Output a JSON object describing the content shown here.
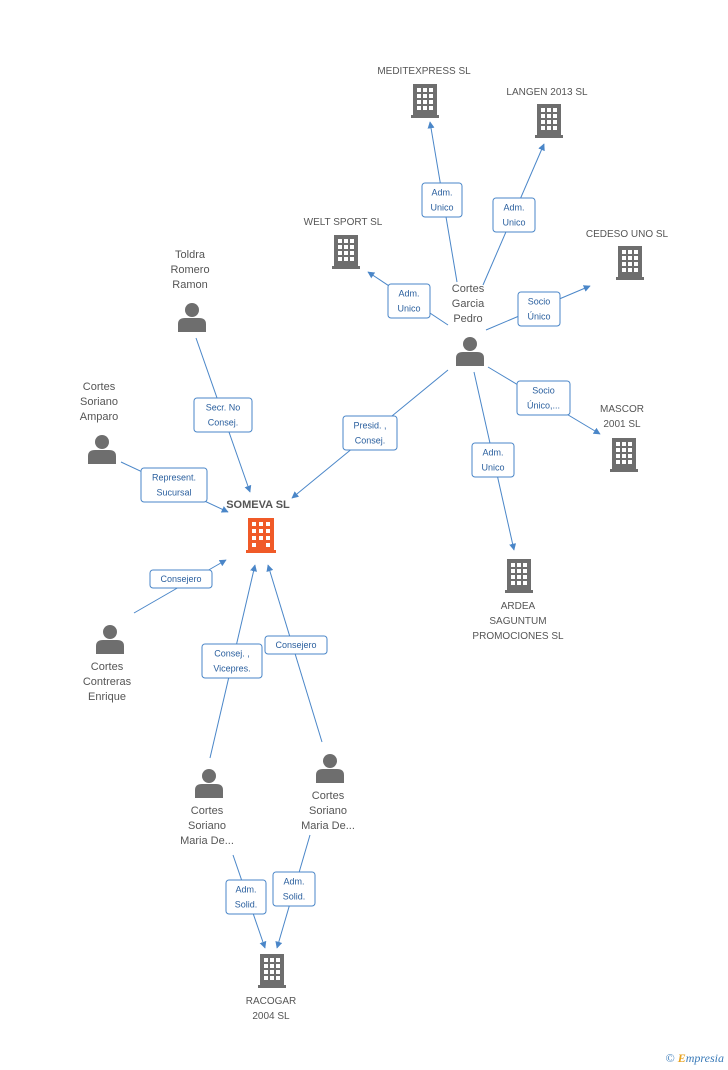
{
  "center": {
    "name": "SOMEVA SL"
  },
  "companies": [
    {
      "id": "meditexpress",
      "lines": [
        "MEDITEXPRESS SL"
      ]
    },
    {
      "id": "langen",
      "lines": [
        "LANGEN 2013 SL"
      ]
    },
    {
      "id": "welt",
      "lines": [
        "WELT SPORT  SL"
      ]
    },
    {
      "id": "cedeso",
      "lines": [
        "CEDESO UNO SL"
      ]
    },
    {
      "id": "mascor",
      "lines": [
        "MASCOR",
        "2001 SL"
      ]
    },
    {
      "id": "ardea",
      "lines": [
        "ARDEA",
        "SAGUNTUM",
        "PROMOCIONES SL"
      ]
    },
    {
      "id": "racogar",
      "lines": [
        "RACOGAR",
        "2004 SL"
      ]
    }
  ],
  "persons": [
    {
      "id": "toldra",
      "lines": [
        "Toldra",
        "Romero",
        "Ramon"
      ]
    },
    {
      "id": "cortes_soriano_amparo",
      "lines": [
        "Cortes",
        "Soriano",
        "Amparo"
      ]
    },
    {
      "id": "cortes_garcia_pedro",
      "lines": [
        "Cortes",
        "Garcia",
        "Pedro"
      ]
    },
    {
      "id": "cortes_contreras",
      "lines": [
        "Cortes",
        "Contreras",
        "Enrique"
      ]
    },
    {
      "id": "cortes_soriano_maria_1",
      "lines": [
        "Cortes",
        "Soriano",
        "Maria De..."
      ]
    },
    {
      "id": "cortes_soriano_maria_2",
      "lines": [
        "Cortes",
        "Soriano",
        "Maria De..."
      ]
    }
  ],
  "edge_labels": [
    {
      "id": "e_meditexpress",
      "lines": [
        "Adm.",
        "Unico"
      ]
    },
    {
      "id": "e_langen",
      "lines": [
        "Adm.",
        "Unico"
      ]
    },
    {
      "id": "e_welt",
      "lines": [
        "Adm.",
        "Unico"
      ]
    },
    {
      "id": "e_cedeso",
      "lines": [
        "Socio",
        "Único"
      ]
    },
    {
      "id": "e_mascor",
      "lines": [
        "Socio",
        "Único,..."
      ]
    },
    {
      "id": "e_ardea",
      "lines": [
        "Adm.",
        "Unico"
      ]
    },
    {
      "id": "e_pedro_someva",
      "lines": [
        "Presid. ,",
        "Consej."
      ]
    },
    {
      "id": "e_toldra",
      "lines": [
        "Secr.  No",
        "Consej."
      ]
    },
    {
      "id": "e_amparo",
      "lines": [
        "Represent.",
        "Sucursal"
      ]
    },
    {
      "id": "e_contreras",
      "lines": [
        "Consejero"
      ]
    },
    {
      "id": "e_maria1",
      "lines": [
        "Consej. ,",
        "Vicepres."
      ]
    },
    {
      "id": "e_maria2",
      "lines": [
        "Consejero"
      ]
    },
    {
      "id": "e_racogar1",
      "lines": [
        "Adm.",
        "Solid."
      ]
    },
    {
      "id": "e_racogar2",
      "lines": [
        "Adm.",
        "Solid."
      ]
    }
  ],
  "footer": {
    "copyright": "©",
    "brand_initial": "E",
    "brand_rest": "mpresia"
  }
}
